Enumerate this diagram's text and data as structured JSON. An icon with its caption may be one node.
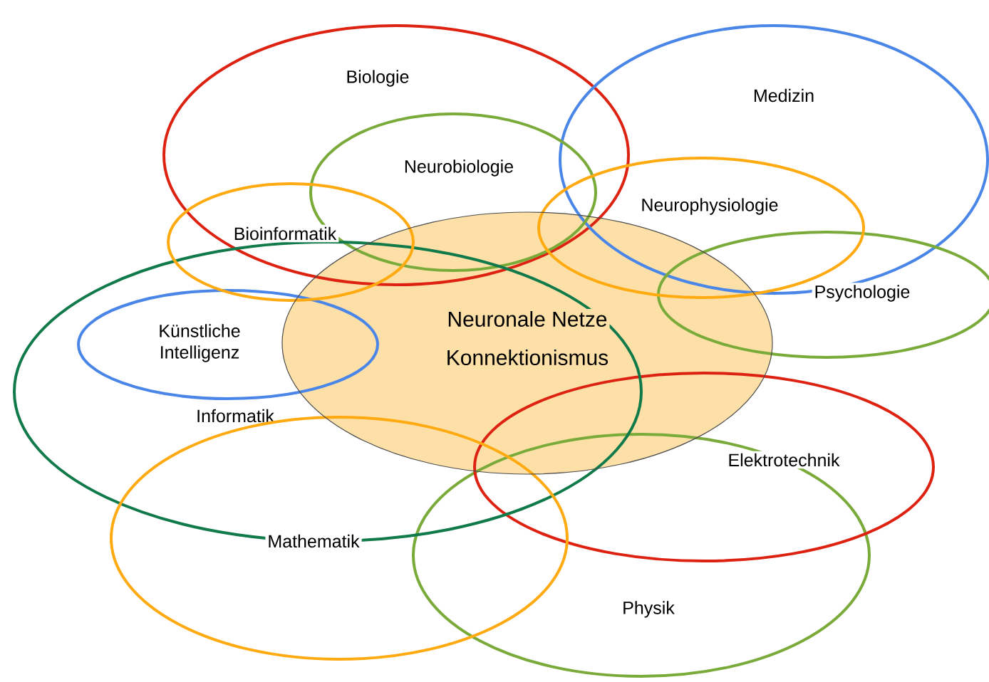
{
  "diagram": {
    "nodes": [
      {
        "text": [
          "Biologie"
        ]
      },
      {
        "text": [
          "Medizin"
        ]
      },
      {
        "text": [
          "Neurobiologie"
        ],
        "in": 0
      },
      {
        "text": [
          "Bioinformatik"
        ]
      },
      {
        "text": [
          "Neurophysiologie"
        ]
      },
      {
        "text": [
          "Psychologie"
        ]
      },
      {
        "text": [
          "Neuronale Netze",
          "Konnektionismus"
        ]
      },
      {
        "text": [
          "Künstliche Intelligenz"
        ],
        "in": 8
      },
      {
        "text": [
          "Informatik"
        ]
      },
      {
        "text": [
          "Elektrotechnik"
        ]
      },
      {
        "text": [
          "Mathematik"
        ]
      },
      {
        "text": [
          "Physik"
        ]
      }
    ]
  }
}
